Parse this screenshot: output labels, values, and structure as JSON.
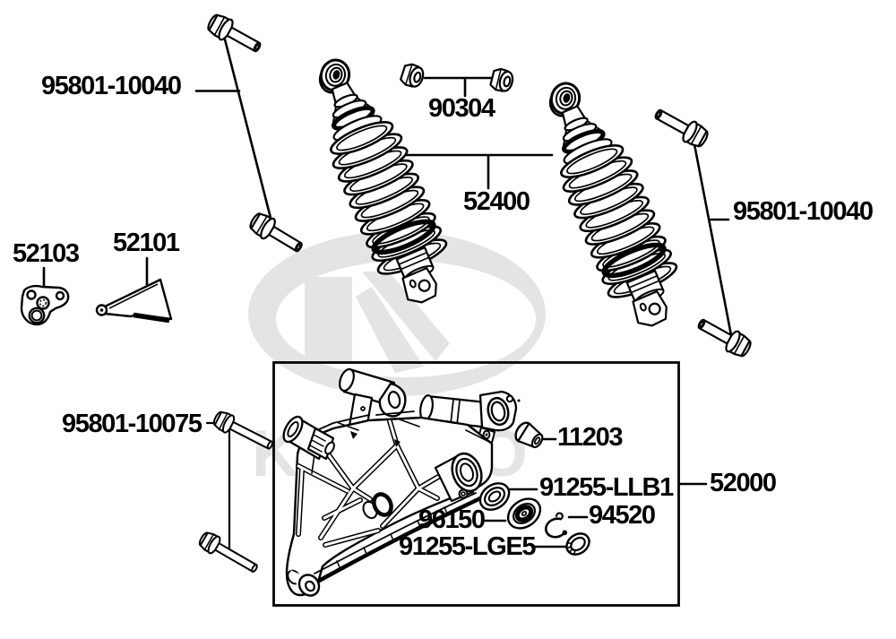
{
  "page": {
    "background": "#ffffff",
    "ink": "#000000"
  },
  "watermark": {
    "brand_text": "KYMCO",
    "logo": "kymco-oval-k-emblem",
    "color": "#e4e4e4"
  },
  "labels": {
    "shock_bolt_left": "95801-10040",
    "lock_nut": "90304",
    "shock_absorber": "52400",
    "shock_bolt_right": "95801-10040",
    "bracket_rear_fork": "52101",
    "plate_rear_fork": "52103",
    "pivot_bolt": "95801-10075",
    "bush_swing_arm": "11203",
    "rear_fork_assy": "52000",
    "bearing_llb1": "91255-LLB1",
    "circlip": "94520",
    "ball_bearing": "96150",
    "seal_lge5": "91255-LGE5"
  }
}
